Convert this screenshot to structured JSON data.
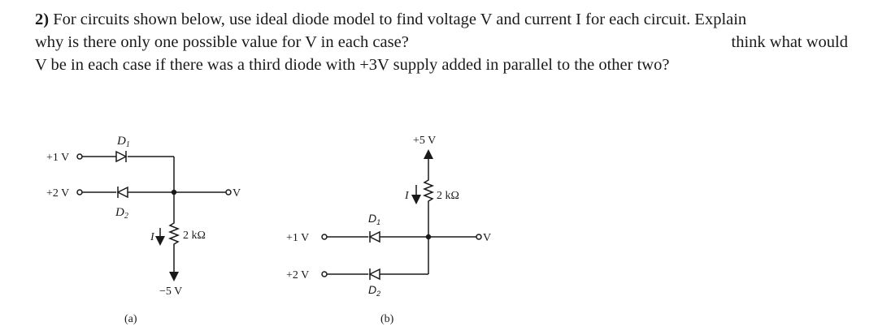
{
  "question": {
    "number": "2)",
    "line1": "For circuits shown below, use ideal diode model to find voltage V and current I for each circuit. Explain",
    "line2_left": "why is there only one possible value for V in each case?",
    "line2_right": "think what would",
    "line3": "V be in each case if there was a third diode with +3V supply added in parallel to the other two?"
  },
  "circuit_a": {
    "d1_label": "D",
    "d1_sub": "1",
    "d2_label": "D",
    "d2_sub": "2",
    "src1": "+1 V",
    "src2": "+2 V",
    "out": "V",
    "current": "I",
    "resistor": "2 kΩ",
    "supply": "−5 V",
    "caption": "(a)"
  },
  "circuit_b": {
    "d1_label": "D",
    "d1_sub": "1",
    "d2_label": "D",
    "d2_sub": "2",
    "src1": "+1 V",
    "src2": "+2 V",
    "out": "V",
    "current": "I",
    "resistor": "2 kΩ",
    "supply": "+5 V",
    "caption": "(b)"
  }
}
